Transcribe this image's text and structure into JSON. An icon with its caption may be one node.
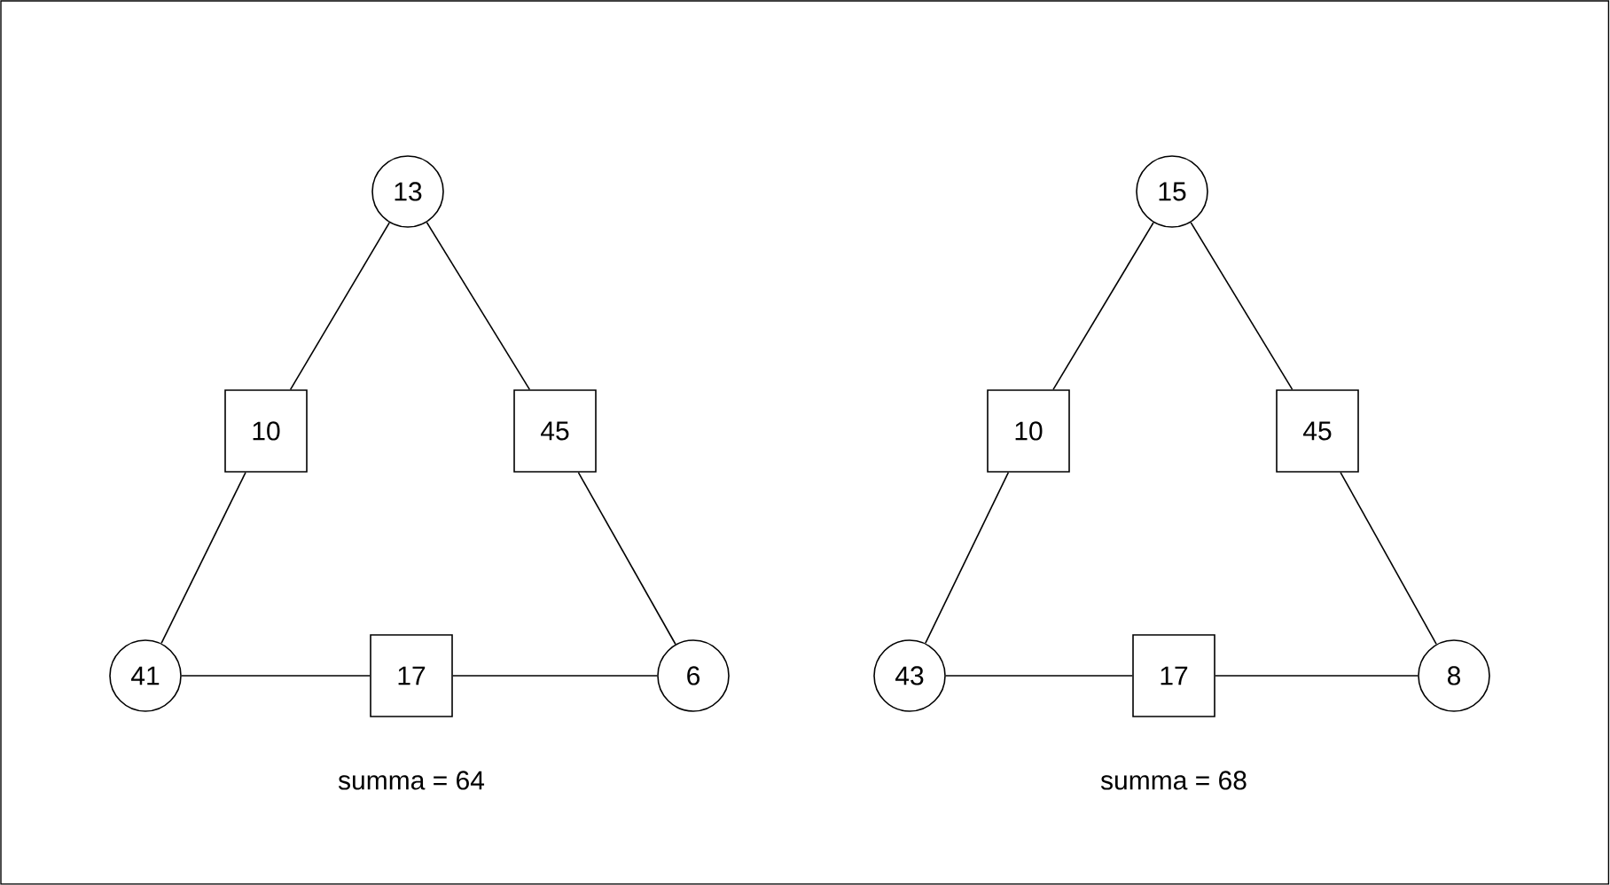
{
  "diagram": {
    "nodes": [
      {
        "text": [
          "13"
        ]
      },
      {
        "text": [
          "10"
        ]
      },
      {
        "text": [
          "45"
        ]
      },
      {
        "text": [
          "41"
        ]
      },
      {
        "text": [
          "17"
        ]
      },
      {
        "text": [
          "6"
        ]
      },
      {
        "text": [
          "15"
        ]
      },
      {
        "text": [
          "10"
        ]
      },
      {
        "text": [
          "45"
        ]
      },
      {
        "text": [
          "43"
        ]
      },
      {
        "text": [
          "17"
        ]
      },
      {
        "text": [
          "8"
        ]
      }
    ],
    "edges": [
      {
        "from": 0,
        "to": 1,
        "arrow": "none"
      },
      {
        "from": 0,
        "to": 2,
        "arrow": "none"
      },
      {
        "from": 1,
        "to": 3,
        "arrow": "none"
      },
      {
        "from": 2,
        "to": 5,
        "arrow": "none"
      },
      {
        "from": 3,
        "to": 4,
        "arrow": "none"
      },
      {
        "from": 4,
        "to": 5,
        "arrow": "none"
      },
      {
        "from": 6,
        "to": 7,
        "arrow": "none"
      },
      {
        "from": 6,
        "to": 8,
        "arrow": "none"
      },
      {
        "from": 7,
        "to": 9,
        "arrow": "none"
      },
      {
        "from": 8,
        "to": 11,
        "arrow": "none"
      },
      {
        "from": 9,
        "to": 10,
        "arrow": "none"
      },
      {
        "from": 10,
        "to": 11,
        "arrow": "none"
      }
    ],
    "labels": [
      "summa = 64",
      "summa = 68"
    ]
  }
}
